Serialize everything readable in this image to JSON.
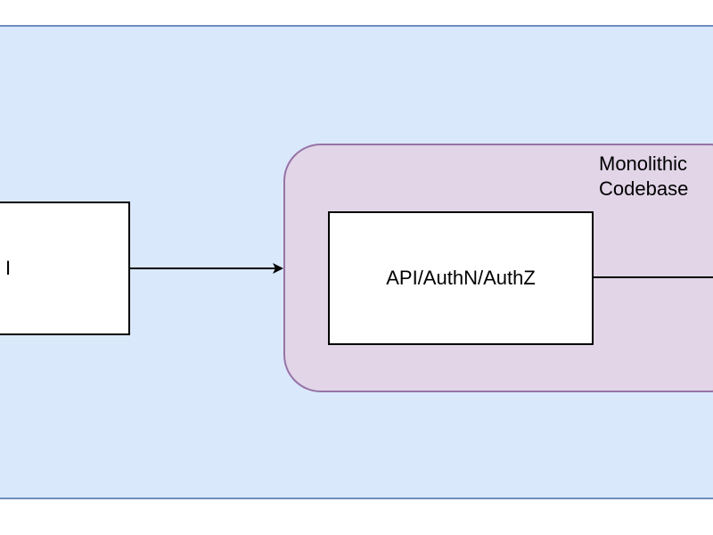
{
  "diagram": {
    "left_node": {
      "label": "I"
    },
    "group": {
      "label_line1": "Monolithic",
      "label_line2": "Codebase"
    },
    "api_node": {
      "label": "API/AuthN/AuthZ"
    },
    "colors": {
      "outer_fill": "#dae8fc",
      "outer_stroke": "#6c8ebf",
      "group_fill": "#e1d5e7",
      "group_stroke": "#9673a6",
      "node_fill": "#ffffff",
      "stroke": "#000000"
    }
  }
}
